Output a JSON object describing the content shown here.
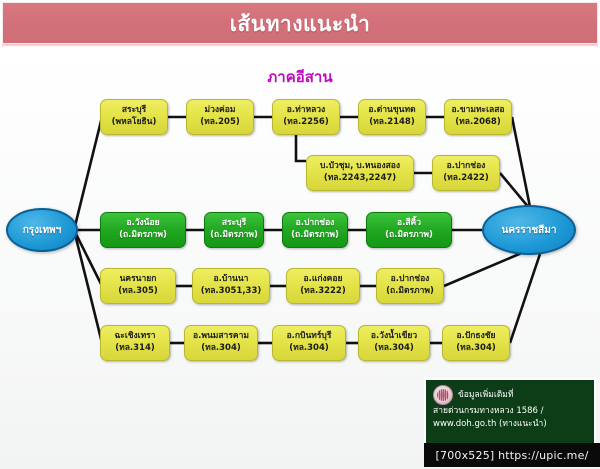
{
  "header": {
    "title": "เส้นทางแนะนำ"
  },
  "diagram": {
    "subtitle": "ภาคอีสาน",
    "terminals": [
      {
        "id": "bangkok",
        "label": "กรุงเทพฯ"
      },
      {
        "id": "korat",
        "label": "นครราชสีมา"
      }
    ],
    "colors": {
      "header_bar": "#d2707a",
      "subtitle_text": "#c00cc0",
      "node_yellow": "#e3e348",
      "node_green": "#22a822",
      "terminal_blue": "#1f9ad6",
      "connector": "#111111",
      "infobox_green": "#0c3d16"
    },
    "rows": [
      {
        "id": "row-1",
        "style": "yellow",
        "nodes": [
          {
            "name": "สระบุรี",
            "route": "(พหลโยธิน)"
          },
          {
            "name": "ม่วงค่อม",
            "route": "(ทล.205)"
          },
          {
            "name": "อ.ท่าหลวง",
            "route": "(ทล.2256)"
          },
          {
            "name": "อ.ด่านขุนทด",
            "route": "(ทล.2148)"
          },
          {
            "name": "อ.ขามทะเลสอ",
            "route": "(ทล.2068)"
          }
        ]
      },
      {
        "id": "row-2",
        "style": "yellow",
        "nodes": [
          {
            "name": "บ.บัวชุม, บ.หนองสอง",
            "route": "(ทล.2243,2247)"
          },
          {
            "name": "อ.ปากช่อง",
            "route": "(ทล.2422)"
          }
        ]
      },
      {
        "id": "row-3",
        "style": "green",
        "nodes": [
          {
            "name": "อ.วังน้อย",
            "route": "(ถ.มิตรภาพ)"
          },
          {
            "name": "สระบุรี",
            "route": "(ถ.มิตรภาพ)"
          },
          {
            "name": "อ.ปากช่อง",
            "route": "(ถ.มิตรภาพ)"
          },
          {
            "name": "อ.สีคิ้ว",
            "route": "(ถ.มิตรภาพ)"
          }
        ]
      },
      {
        "id": "row-4",
        "style": "yellow",
        "nodes": [
          {
            "name": "นครนายก",
            "route": "(ทล.305)"
          },
          {
            "name": "อ.บ้านนา",
            "route": "(ทล.3051,33)"
          },
          {
            "name": "อ.แก่งคอย",
            "route": "(ทล.3222)"
          },
          {
            "name": "อ.ปากช่อง",
            "route": "(ถ.มิตรภาพ)"
          }
        ]
      },
      {
        "id": "row-5",
        "style": "yellow",
        "nodes": [
          {
            "name": "ฉะเชิงเทรา",
            "route": "(ทล.314)"
          },
          {
            "name": "อ.พนมสารคาม",
            "route": "(ทล.304)"
          },
          {
            "name": "อ.กบินทร์บุรี",
            "route": "(ทล.304)"
          },
          {
            "name": "อ.วังน้ำเขียว",
            "route": "(ทล.304)"
          },
          {
            "name": "อ.ปักธงชัย",
            "route": "(ทล.304)"
          }
        ]
      }
    ]
  },
  "infobox": {
    "line1": "ข้อมูลเพิ่มเติมที่",
    "line2": "สายด่วนกรมทางหลวง 1586 /",
    "line3": "www.doh.go.th (ทางแนะนำ)",
    "emblem_name": "department-of-highways-emblem"
  },
  "watermark": {
    "text": "[700x525] https://upic.me/"
  }
}
